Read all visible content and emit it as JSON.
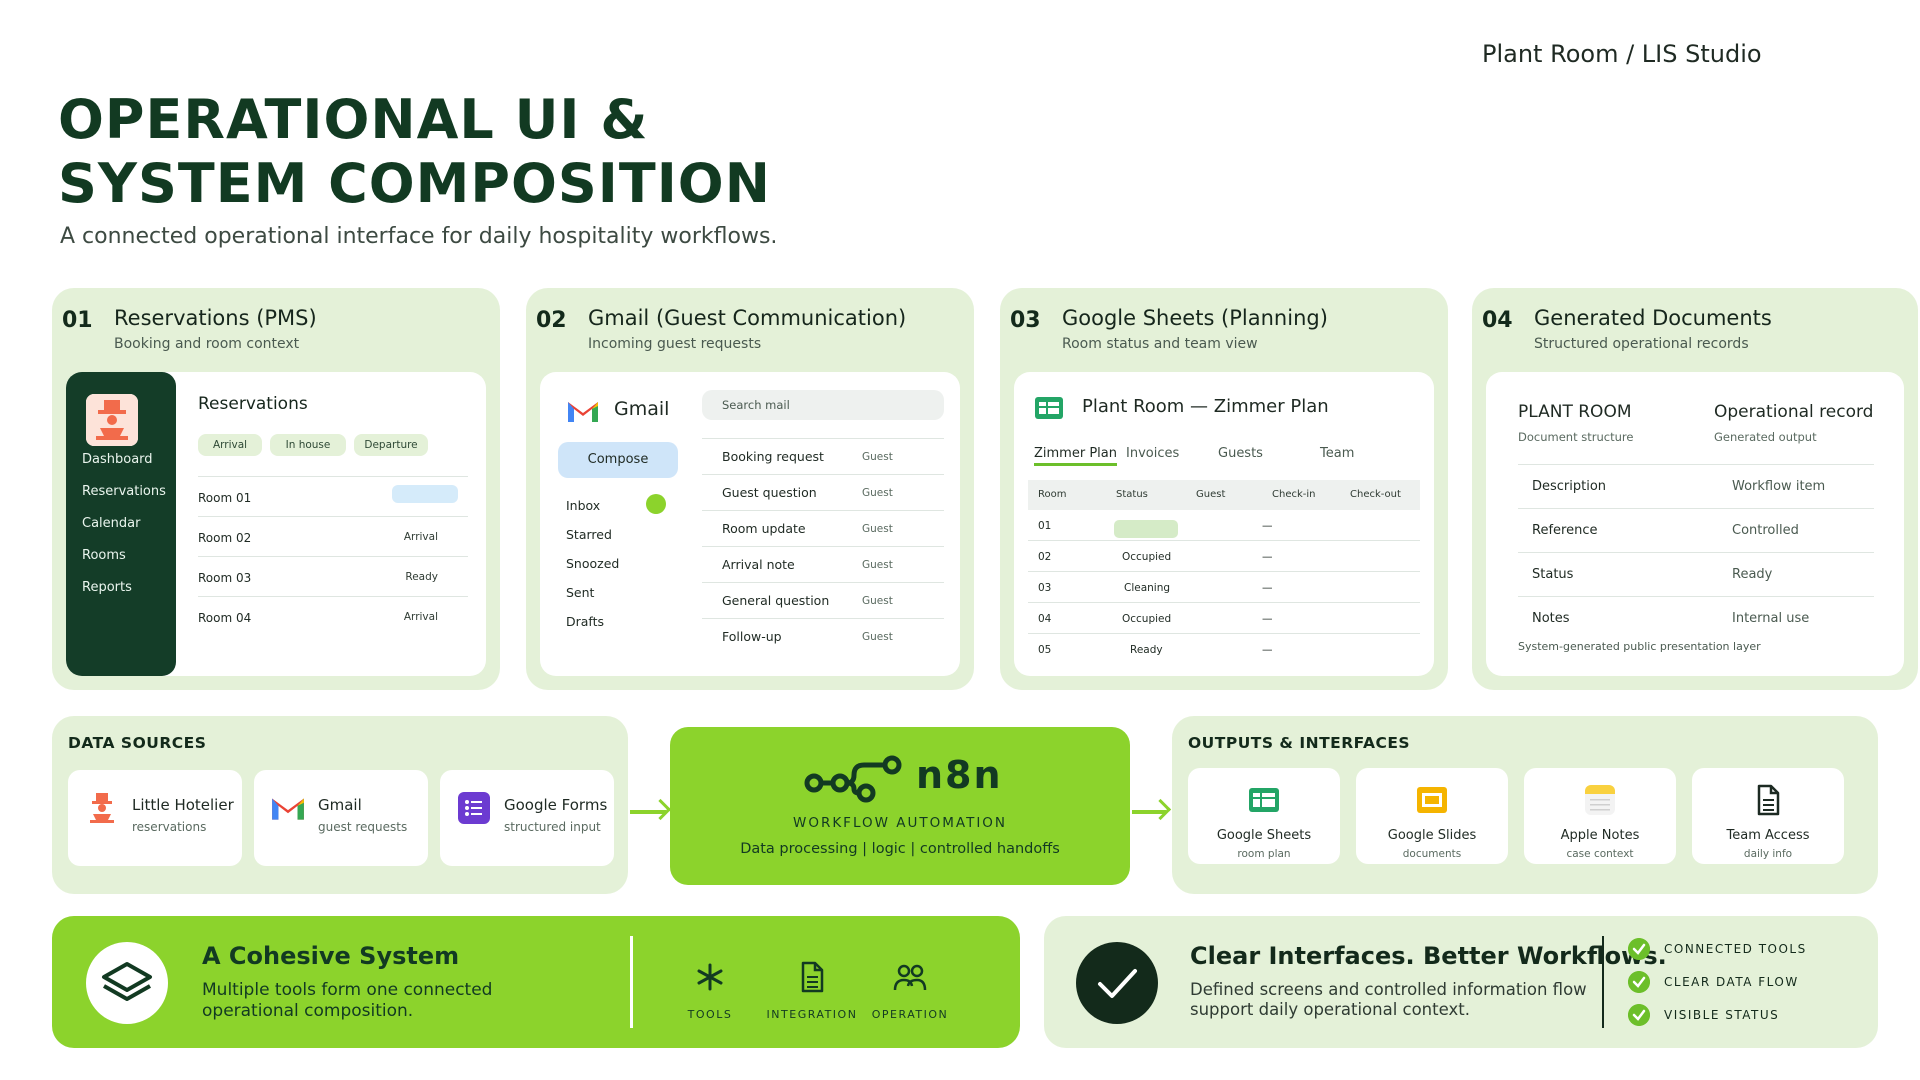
{
  "brand": "Plant Room / LIS Studio",
  "hero": {
    "title_line1": "OPERATIONAL UI &",
    "title_line2": "SYSTEM COMPOSITION",
    "subtitle": "A connected operational interface for daily hospitality workflows."
  },
  "colors": {
    "accent": "#8cd32c",
    "dark": "#143d28",
    "panel": "#e4f1d8"
  },
  "panels": [
    {
      "num": "01",
      "title": "Reservations (PMS)",
      "sub": "Booking and room context",
      "nav": [
        "Dashboard",
        "Reservations",
        "Calendar",
        "Rooms",
        "Reports"
      ],
      "heading": "Reservations",
      "chips": [
        "Arrival",
        "In house",
        "Departure"
      ],
      "rows": [
        {
          "room": "Room 01",
          "status": ""
        },
        {
          "room": "Room 02",
          "status": "Arrival"
        },
        {
          "room": "Room 03",
          "status": "Ready"
        },
        {
          "room": "Room 04",
          "status": "Arrival"
        }
      ]
    },
    {
      "num": "02",
      "title": "Gmail (Guest Communication)",
      "sub": "Incoming guest requests",
      "app": "Gmail",
      "search_placeholder": "Search mail",
      "compose": "Compose",
      "folders": [
        "Inbox",
        "Starred",
        "Snoozed",
        "Sent",
        "Drafts"
      ],
      "messages": [
        {
          "subject": "Booking request",
          "from": "Guest"
        },
        {
          "subject": "Guest question",
          "from": "Guest"
        },
        {
          "subject": "Room update",
          "from": "Guest"
        },
        {
          "subject": "Arrival note",
          "from": "Guest"
        },
        {
          "subject": "General question",
          "from": "Guest"
        },
        {
          "subject": "Follow-up",
          "from": "Guest"
        }
      ]
    },
    {
      "num": "03",
      "title": "Google Sheets (Planning)",
      "sub": "Room status and team view",
      "sheet_title": "Plant Room — Zimmer Plan",
      "tabs": [
        "Zimmer Plan",
        "Invoices",
        "Guests",
        "Team"
      ],
      "columns": [
        "Room",
        "Status",
        "Guest",
        "Check-in",
        "Check-out"
      ],
      "rows": [
        {
          "room": "01",
          "status": "",
          "checkin": "—"
        },
        {
          "room": "02",
          "status": "Occupied",
          "checkin": "—"
        },
        {
          "room": "03",
          "status": "Cleaning",
          "checkin": "—"
        },
        {
          "room": "04",
          "status": "Occupied",
          "checkin": "—"
        },
        {
          "room": "05",
          "status": "Ready",
          "checkin": "—"
        }
      ]
    },
    {
      "num": "04",
      "title": "Generated Documents",
      "sub": "Structured operational records",
      "left_head": "PLANT ROOM",
      "left_sub": "Document structure",
      "right_head": "Operational record",
      "right_sub": "Generated output",
      "rows": [
        {
          "k": "Description",
          "v": "Workflow item"
        },
        {
          "k": "Reference",
          "v": "Controlled"
        },
        {
          "k": "Status",
          "v": "Ready"
        },
        {
          "k": "Notes",
          "v": "Internal use"
        }
      ],
      "footer": "System-generated public presentation layer"
    }
  ],
  "sources": {
    "title": "DATA SOURCES",
    "items": [
      {
        "name": "Little Hotelier",
        "desc": "reservations",
        "icon": "hotelier-icon"
      },
      {
        "name": "Gmail",
        "desc": "guest requests",
        "icon": "gmail-icon"
      },
      {
        "name": "Google Forms",
        "desc": "structured input",
        "icon": "forms-icon"
      }
    ]
  },
  "n8n": {
    "word": "n8n",
    "label": "WORKFLOW AUTOMATION",
    "desc": "Data processing  |  logic  |  controlled handoffs"
  },
  "outputs": {
    "title": "OUTPUTS & INTERFACES",
    "items": [
      {
        "name": "Google Sheets",
        "desc": "room plan",
        "icon": "sheets-icon"
      },
      {
        "name": "Google Slides",
        "desc": "documents",
        "icon": "slides-icon"
      },
      {
        "name": "Apple Notes",
        "desc": "case context",
        "icon": "notes-icon"
      },
      {
        "name": "Team Access",
        "desc": "daily info",
        "icon": "document-icon"
      }
    ]
  },
  "cohesive": {
    "title": "A Cohesive System",
    "desc_line1": "Multiple tools form one connected",
    "desc_line2": "operational composition.",
    "features": [
      "TOOLS",
      "INTEGRATION",
      "OPERATION"
    ]
  },
  "clear": {
    "title": "Clear Interfaces. Better Workflows.",
    "desc_line1": "Defined screens and controlled information flow",
    "desc_line2": "support daily operational context.",
    "checks": [
      "CONNECTED TOOLS",
      "CLEAR DATA FLOW",
      "VISIBLE STATUS"
    ]
  }
}
